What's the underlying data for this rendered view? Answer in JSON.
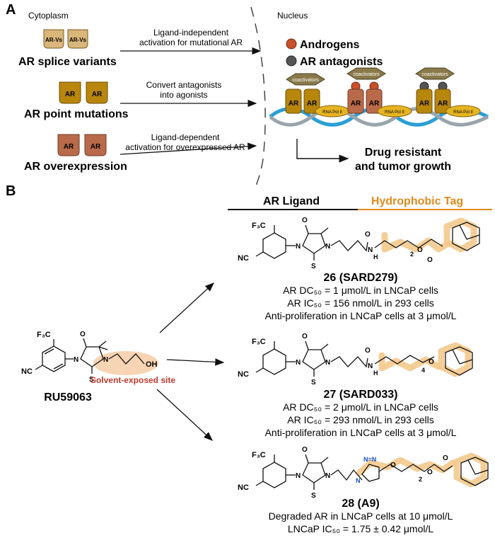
{
  "panel_a": {
    "label": "A",
    "cytoplasm": "Cytoplasm",
    "nucleus": "Nucleus",
    "receptor_text": "AR",
    "splice_receptor_text": "AR-Vs",
    "rows": [
      {
        "title": "AR splice variants",
        "arrow_line1": "Ligand-independent",
        "arrow_line2": "activation for mutational AR"
      },
      {
        "title": "AR point mutations",
        "arrow_line1": "Convert antagonists",
        "arrow_line2": "into agonists"
      },
      {
        "title": "AR overexpression",
        "arrow_line1": "Ligand-dependent",
        "arrow_line2": "activation for overexpressed AR"
      }
    ],
    "legend": [
      {
        "label": "Androgens",
        "color": "#c8502a"
      },
      {
        "label": "AR antagonists",
        "color": "#555555"
      }
    ],
    "coactivators": "coactivators",
    "rna_pol": "RNA Pol II",
    "outcome_line1": "Drug resistant",
    "outcome_line2": "and tumor growth",
    "colors": {
      "splice": "#d9b679",
      "point": "#b8860b",
      "over": "#b96a4a",
      "dna_blue": "#2a9fd6",
      "pol": "#e6b422"
    }
  },
  "panel_b": {
    "label": "B",
    "header_ligand": "AR Ligand",
    "header_tag": "Hydrophobic Tag",
    "header_tag_color": "#e08a1e",
    "parent": {
      "name": "RU59063",
      "site": "Solvent-exposed site",
      "atoms": {
        "cf3": "F₃C",
        "nc": "NC",
        "o": "O",
        "s": "S",
        "n": "N",
        "oh": "OH"
      }
    },
    "compounds": [
      {
        "id": "26 (SARD279)",
        "lines": [
          "AR DC₅₀ = 1 μmol/L in LNCaP cells",
          "AR IC₅₀ = 156 nmol/L in 293 cells",
          "Anti-proliferation in LNCaP cells at 3 μmol/L"
        ]
      },
      {
        "id": "27 (SARD033)",
        "lines": [
          "AR DC₅₀ = 2 μmol/L in LNCaP cells",
          "AR IC₅₀ = 293 nmol/L in 293 cells",
          "Anti-proliferation in LNCaP cells at 3 μmol/L"
        ]
      },
      {
        "id": "28 (A9)",
        "lines": [
          "Degraded AR in LNCaP cells at 10 μmol/L",
          "LNCaP IC₅₀ = 1.75 ± 0.42 μmol/L"
        ]
      }
    ],
    "atoms": {
      "cf3": "F₃C",
      "nc": "NC",
      "o": "O",
      "s": "S",
      "n": "N",
      "h": "H",
      "nh": "N",
      "sub2": "2",
      "sub4": "4",
      "triazole": "N=N",
      "tn": "N"
    }
  }
}
